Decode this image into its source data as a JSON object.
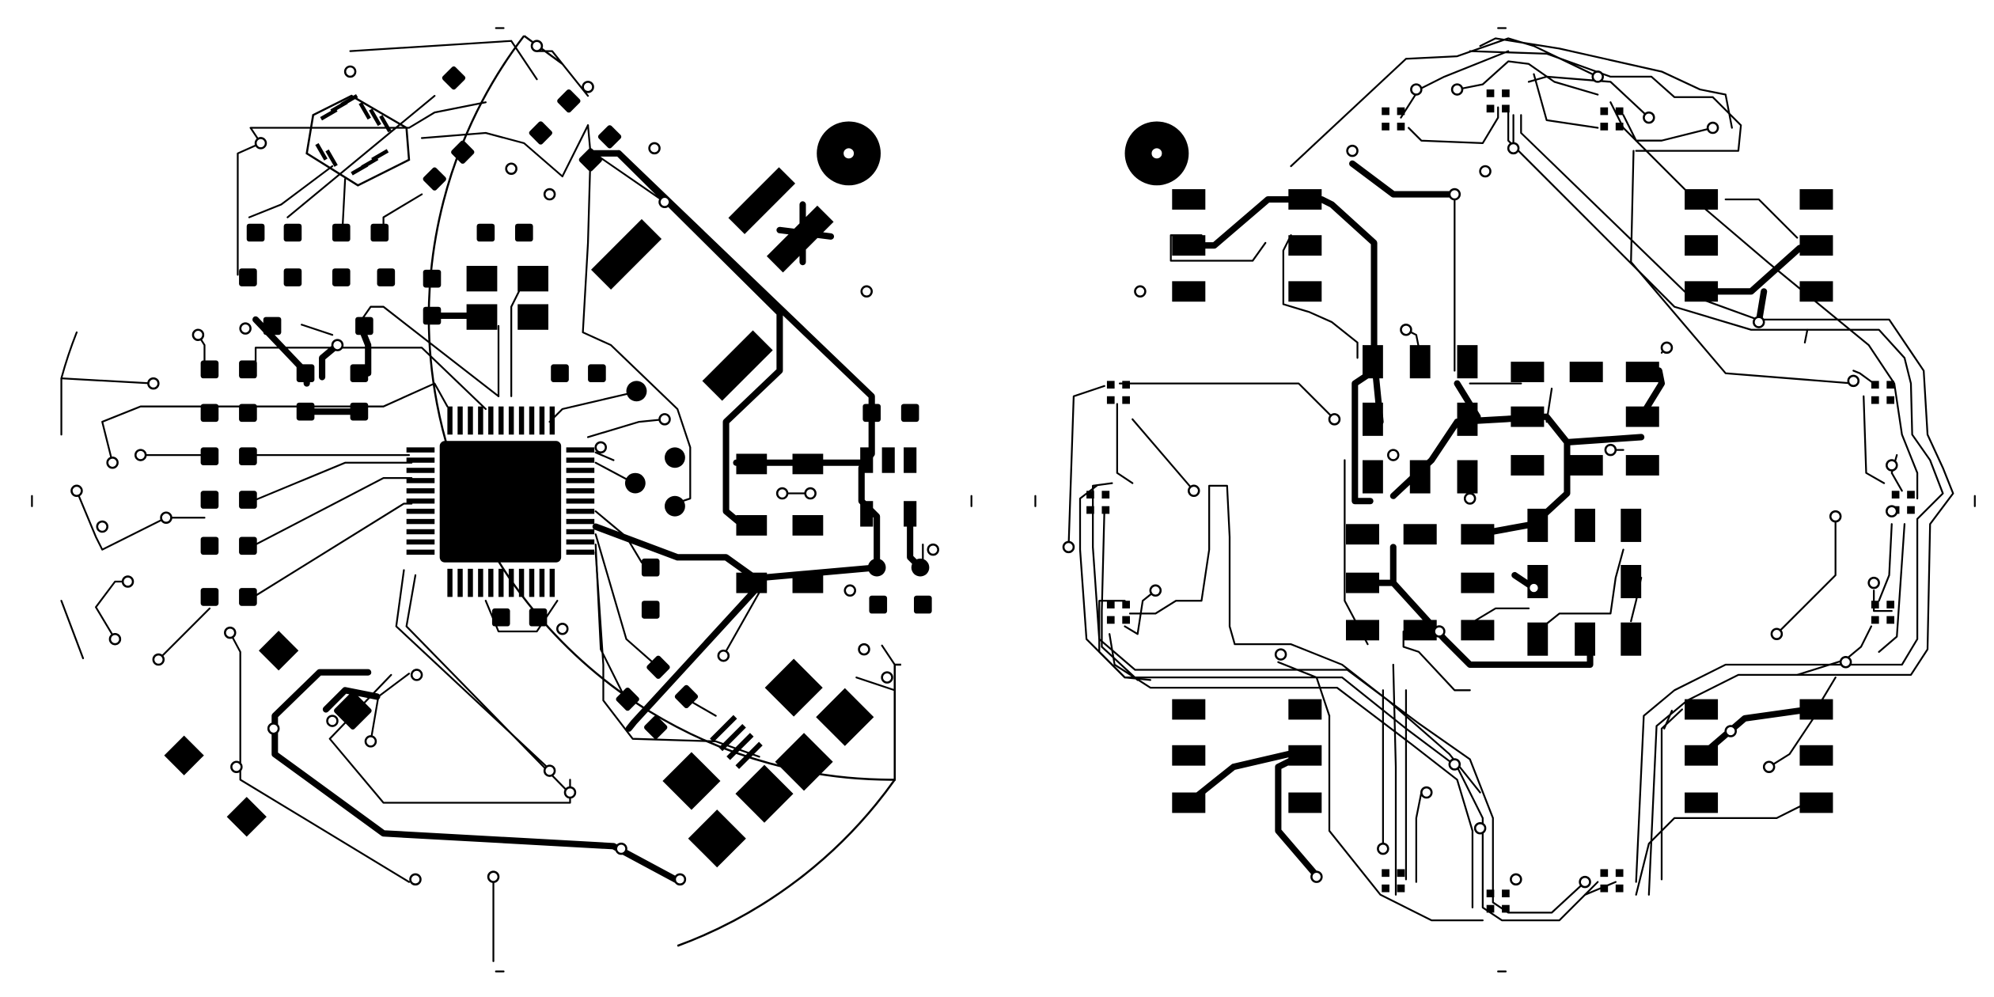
{
  "title": "",
  "colors": {
    "background": "#ffffff",
    "copper": "#000000"
  },
  "layers": [
    {
      "id": "left-board",
      "kind": "top-copper"
    },
    {
      "id": "right-board",
      "kind": "bottom-copper"
    }
  ]
}
